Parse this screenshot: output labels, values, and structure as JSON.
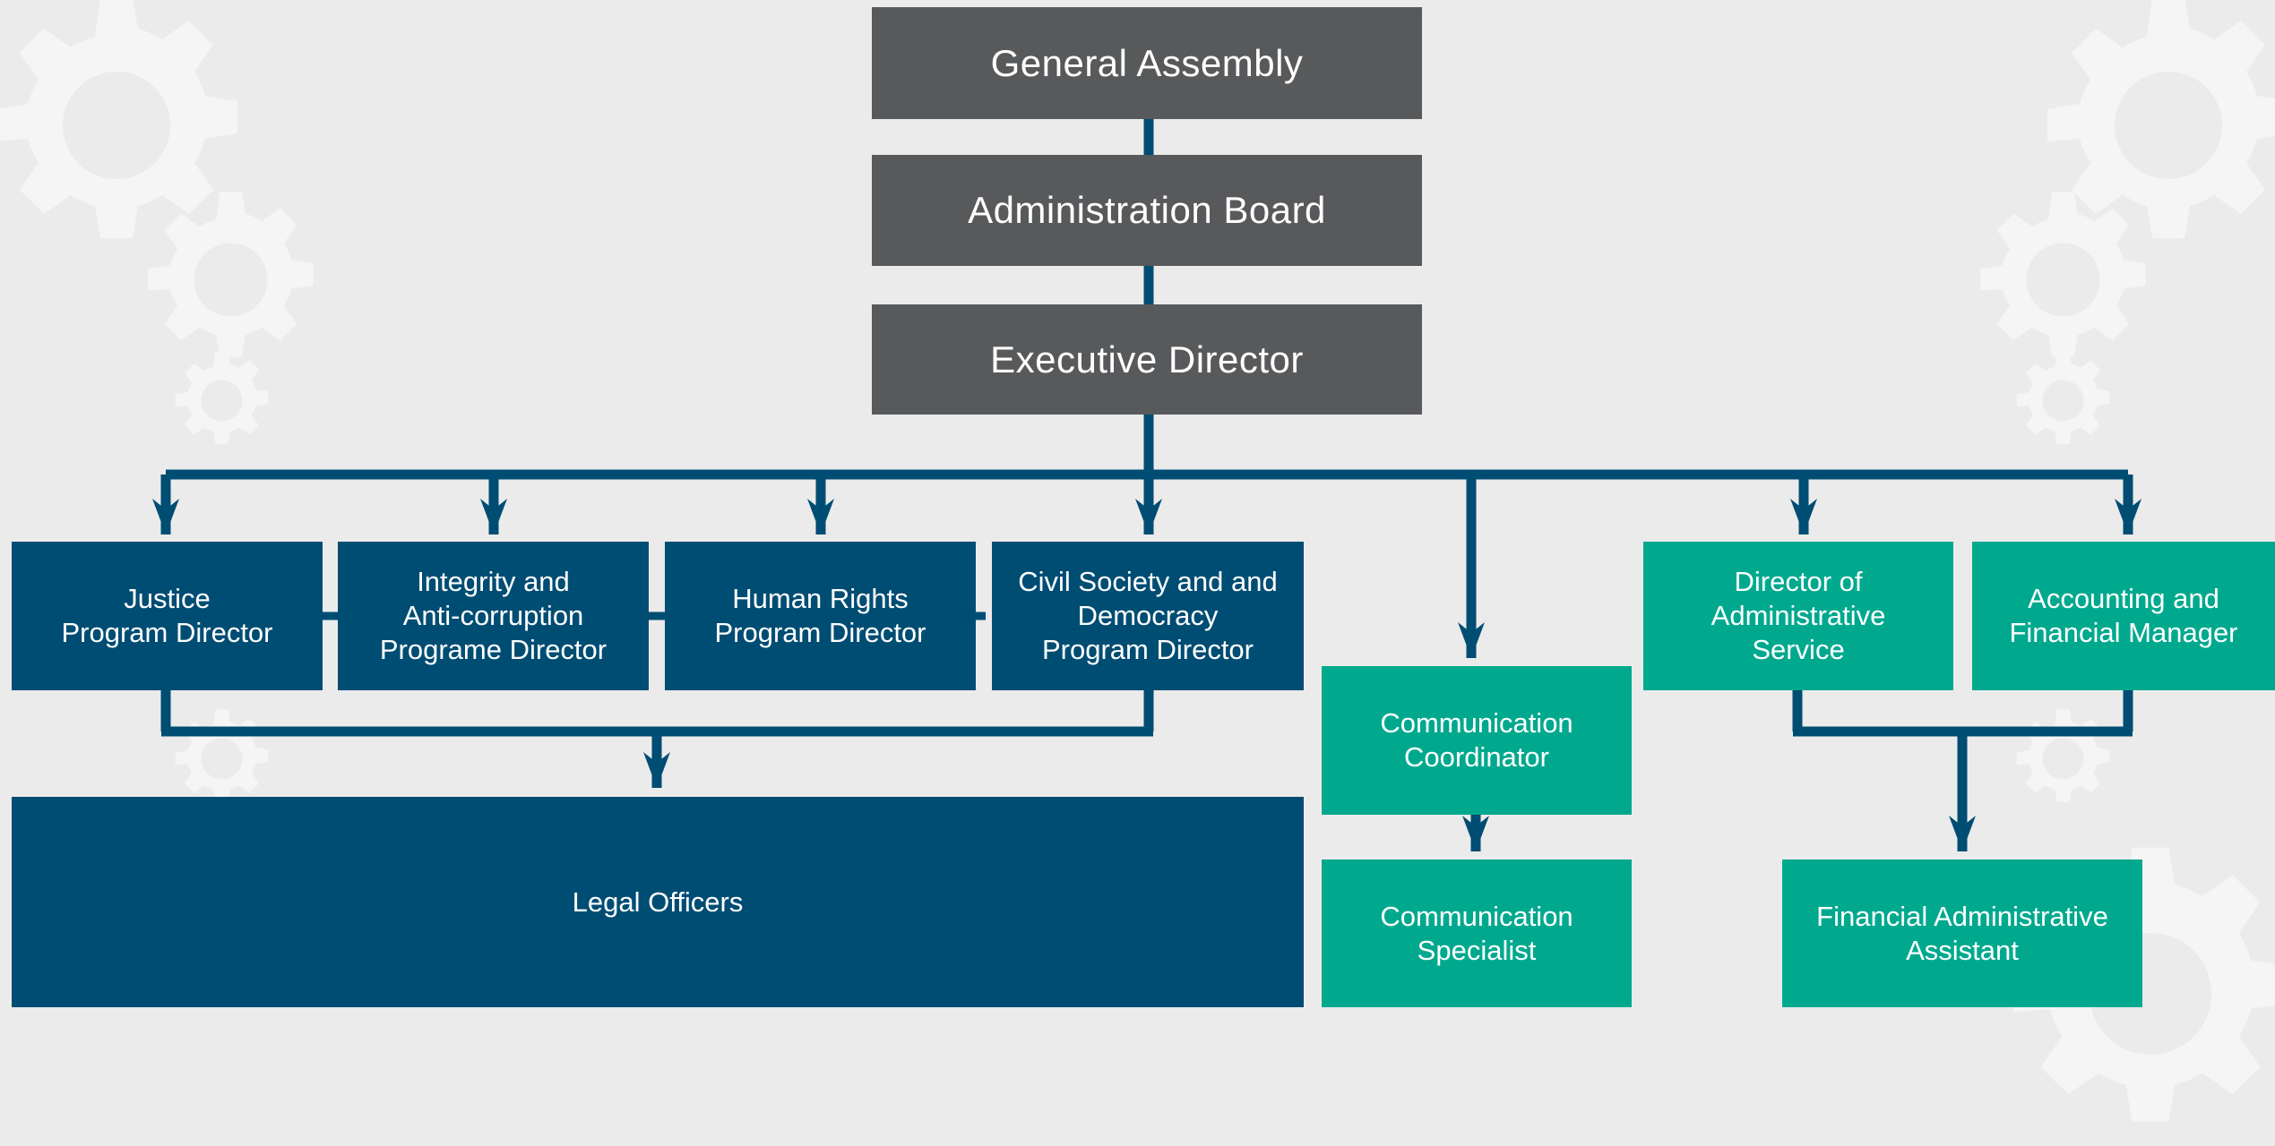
{
  "colors": {
    "background": "#ebebeb",
    "governance_box": "#58595b",
    "program_box": "#004d73",
    "support_box": "#00a98e",
    "connector": "#004d73",
    "gear": "#f5f5f5"
  },
  "nodes": {
    "general_assembly": "General Assembly",
    "administration_board": "Administration Board",
    "executive_director": "Executive Director",
    "justice_director": "Justice\nProgram Director",
    "integrity_director": "Integrity and\nAnti-corruption\nPrograme Director",
    "human_rights_director": "Human Rights\nProgram Director",
    "civil_society_director": "Civil Society and and\nDemocracy\nProgram Director",
    "communication_coordinator": "Communication\nCoordinator",
    "communication_specialist": "Communication\nSpecialist",
    "director_admin_service": "Director of\nAdministrative\nService",
    "accounting_manager": "Accounting and\nFinancial Manager",
    "legal_officers": "Legal Officers",
    "financial_admin_assistant": "Financial Administrative\nAssistant"
  },
  "background_icons": [
    "gear-icon"
  ]
}
